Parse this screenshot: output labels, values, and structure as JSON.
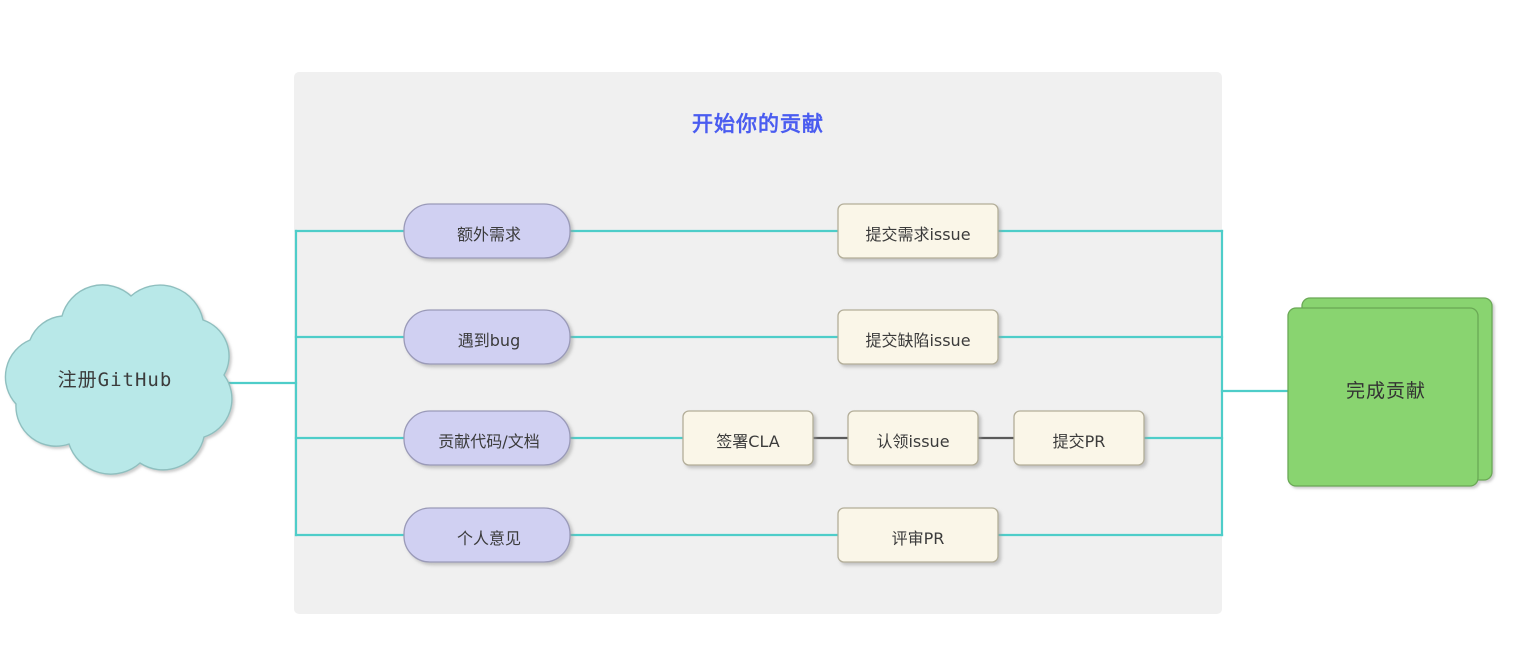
{
  "diagram": {
    "title": "开始你的贡献",
    "title_color": "#4a5cf0",
    "panel_color": "#f0f0f0",
    "connector_color": "#4ecdc9",
    "chain_connector_color": "#5a5a5a",
    "start_node": {
      "label": "注册GitHub",
      "shape": "cloud",
      "fill": "#b8e8e8",
      "stroke": "#8fbfbf"
    },
    "end_node": {
      "label": "完成贡献",
      "shape": "stacked-rect",
      "fill": "#89d46f",
      "stroke": "#6aa855"
    },
    "branches": [
      {
        "id": "feature",
        "label": "额外需求",
        "fill": "#d0d0f2",
        "stroke": "#9a9ab8",
        "steps": [
          {
            "label": "提交需求issue",
            "fill": "#faf6e8",
            "stroke": "#b3ae99"
          }
        ]
      },
      {
        "id": "bug",
        "label": "遇到bug",
        "fill": "#d0d0f2",
        "stroke": "#9a9ab8",
        "steps": [
          {
            "label": "提交缺陷issue",
            "fill": "#faf6e8",
            "stroke": "#b3ae99"
          }
        ]
      },
      {
        "id": "code",
        "label": "贡献代码/文档",
        "fill": "#d0d0f2",
        "stroke": "#9a9ab8",
        "steps": [
          {
            "label": "签署CLA",
            "fill": "#faf6e8",
            "stroke": "#b3ae99"
          },
          {
            "label": "认领issue",
            "fill": "#faf6e8",
            "stroke": "#b3ae99"
          },
          {
            "label": "提交PR",
            "fill": "#faf6e8",
            "stroke": "#b3ae99"
          }
        ]
      },
      {
        "id": "opinion",
        "label": "个人意见",
        "fill": "#d0d0f2",
        "stroke": "#9a9ab8",
        "steps": [
          {
            "label": "评审PR",
            "fill": "#faf6e8",
            "stroke": "#b3ae99"
          }
        ]
      }
    ]
  }
}
